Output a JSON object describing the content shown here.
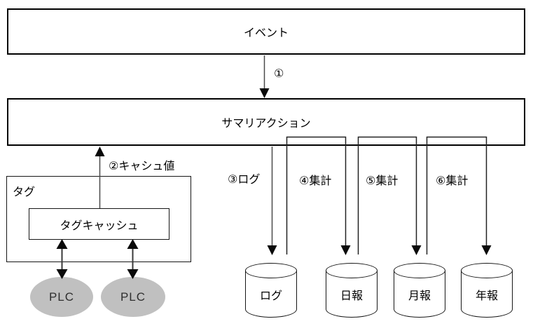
{
  "diagram": {
    "nodes": {
      "event": "イベント",
      "summary_action": "サマリアクション",
      "tag_group": "タグ",
      "tag_cache": "タグキャッシュ",
      "plc_left": "PLC",
      "plc_right": "PLC"
    },
    "flow_labels": {
      "step1": "①",
      "step2": "②キャシュ値",
      "step3": "③ログ",
      "step4": "④集計",
      "step5": "⑤集計",
      "step6": "⑥集計"
    },
    "datastores": [
      {
        "label": "ログ"
      },
      {
        "label": "日報"
      },
      {
        "label": "月報"
      },
      {
        "label": "年報"
      }
    ],
    "colors": {
      "box_border": "#000000",
      "arrow_line": "#4a4a4a",
      "arrow_head": "#0a0a0a",
      "plc_fill": "#c0c0c0",
      "background": "#ffffff"
    }
  }
}
